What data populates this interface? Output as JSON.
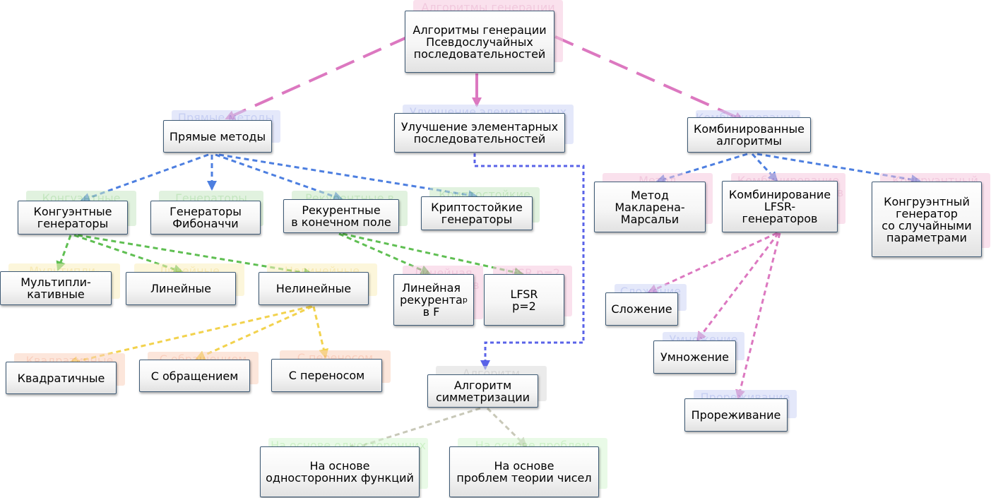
{
  "colors": {
    "pink": "#dc78c0",
    "blue": "#4d7fe0",
    "purple": "#5a63e8",
    "green": "#5fbf52",
    "yellow": "#f2d24d",
    "gray": "#c8c8b8",
    "node_border": "#3e5a75"
  },
  "nodes": {
    "root": "Алгоритмы генерации\nПсевдослучайных\nпоследовательностей",
    "direct": "Прямые методы",
    "improve": "Улучшение элементарных\nпоследовательностей",
    "combined": "Комбинированные\nалгоритмы",
    "congruent": "Конгуэнтные\nгенераторы",
    "fibonacci": "Генераторы\nФибоначчи",
    "recurrent": "Рекурентные\nв конечном поле",
    "crypto": "Криптостойкие\nгенераторы",
    "maclaren": "Метод\nМакларена-\nМарсальи",
    "lfsr_comb": "Комбинирование\nLFSR-\nгенераторов",
    "congruent_random": "Конгруэнтный\nгенератор\nсо случайными\nпараметрами",
    "multiplicative": "Мультипли-\nкативные",
    "linear": "Линейные",
    "nonlinear": "Нелинейные",
    "linear_rec_prefix": "Линейная\nрекурента\nв  F",
    "linear_rec_sub": "p",
    "lfsr_p2": "LFSR\np=2",
    "addition": "Сложение",
    "multiplication": "Умножение",
    "thinning": "Прореживание",
    "quadratic": "Квадратичные",
    "inversion": "С обращением",
    "carry": "С переносом",
    "symmetrization": "Алгоритм\nсимметризации",
    "oneway": "На основе\nодносторонних функций",
    "numtheory": "На основе\nпроблем теории чисел"
  }
}
